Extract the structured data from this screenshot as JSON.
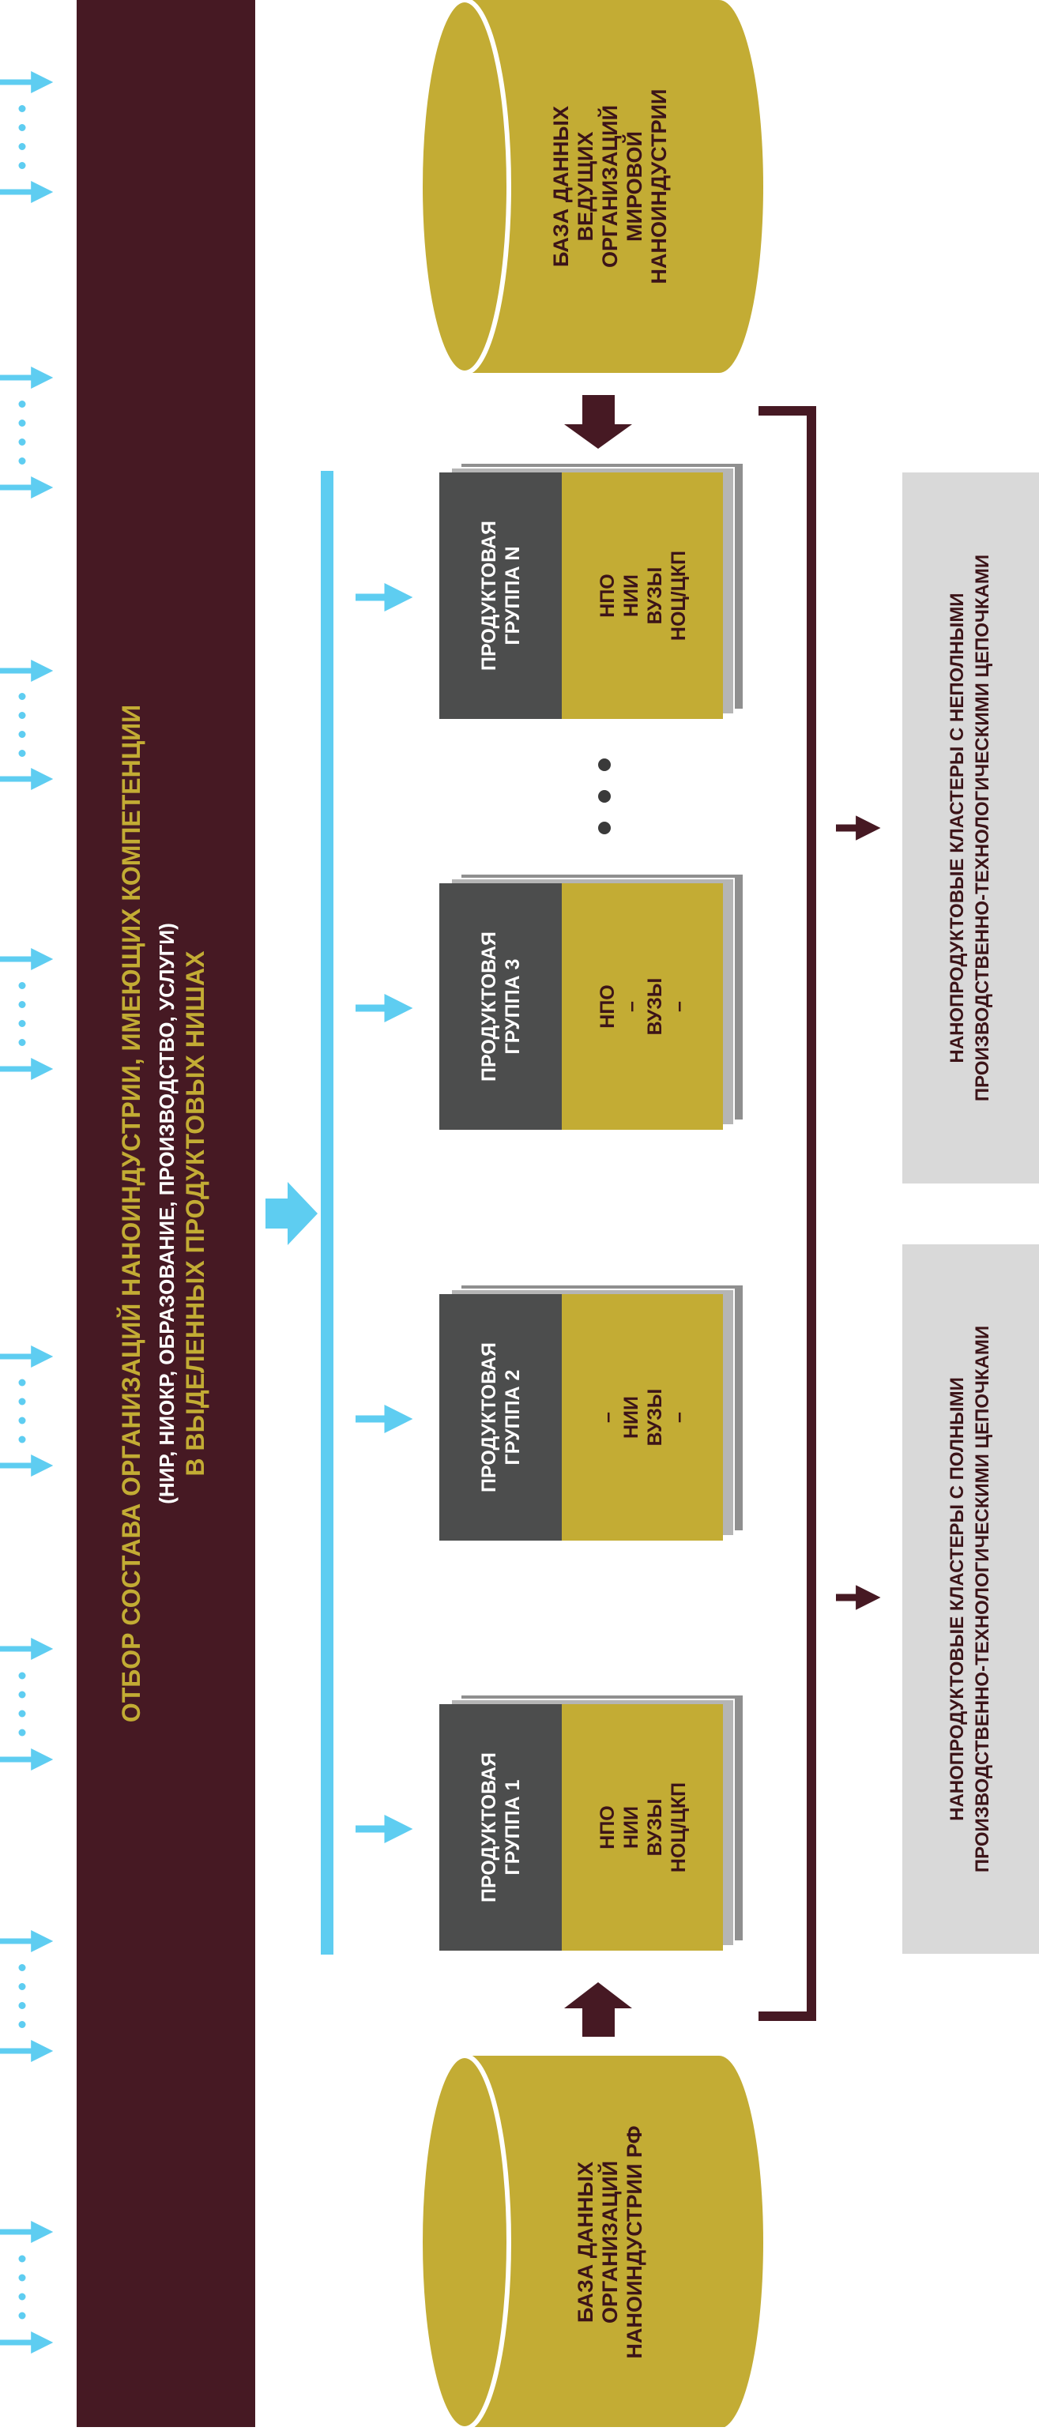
{
  "colors": {
    "band": "#461923",
    "gold": "#c3ac34",
    "gray_box": "#4c4d4d",
    "gray_shadow": "#8c8c8c",
    "blue": "#5ecdf1",
    "light_gray": "#d9d9d9",
    "text_dark": "#3c1418",
    "text_white": "#ffffff"
  },
  "header": {
    "title": "ОТБОР СОСТАВА ОРГАНИЗАЦИЙ НАНОИНДУСТРИИ, ИМЕЮЩИХ КОМПЕТЕНЦИИ",
    "subtitle": "(НИР, НИОКР, ОБРАЗОВАНИЕ, ПРОИЗВОДСТВО, УСЛУГИ)",
    "subtitle2": "В ВЫДЕЛЕННЫХ ПРОДУКТОВЫХ НИШАХ"
  },
  "databases": {
    "world": [
      "БАЗА ДАННЫХ",
      "ВЕДУЩИХ",
      "ОРГАНИЗАЦИЙ",
      "МИРОВОЙ",
      "НАНОИНДУСТРИИ"
    ],
    "rf": [
      "БАЗА ДАННЫХ",
      "ОРГАНИЗАЦИЙ",
      "НАНОИНДУСТРИИ РФ"
    ]
  },
  "groups": [
    {
      "title": [
        "ПРОДУКТОВАЯ",
        "ГРУППА N"
      ],
      "items": [
        "НПО",
        "НИИ",
        "ВУЗЫ",
        "НОЦ/ЦКП"
      ]
    },
    {
      "title": [
        "ПРОДУКТОВАЯ",
        "ГРУППА 3"
      ],
      "items": [
        "НПО",
        "–",
        "ВУЗЫ",
        "–"
      ]
    },
    {
      "title": [
        "ПРОДУКТОВАЯ",
        "ГРУППА 2"
      ],
      "items": [
        "–",
        "НИИ",
        "ВУЗЫ",
        "–"
      ]
    },
    {
      "title": [
        "ПРОДУКТОВАЯ",
        "ГРУППА 1"
      ],
      "items": [
        "НПО",
        "НИИ",
        "ВУЗЫ",
        "НОЦ/ЦКП"
      ]
    }
  ],
  "ellipsis": "• • •",
  "clusters": [
    {
      "lines": [
        "НАНОПРОДУКТОВЫЕ КЛАСТЕРЫ С НЕПОЛНЫМИ",
        "ПРОИЗВОДСТВЕННО-ТЕХНОЛОГИЧЕСКИМИ ЦЕПОЧКАМИ"
      ]
    },
    {
      "lines": [
        "НАНОПРОДУКТОВЫЕ КЛАСТЕРЫ С ПОЛНЫМИ",
        "ПРОИЗВОДСТВЕННО-ТЕХНОЛОГИЧЕСКИМИ ЦЕПОЧКАМИ"
      ]
    }
  ]
}
